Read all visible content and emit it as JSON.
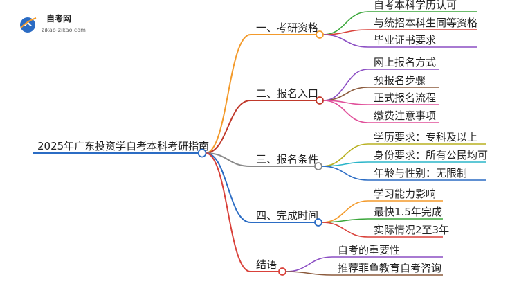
{
  "logo": {
    "name": "自考网",
    "url": "zikao-zikao.com"
  },
  "root": {
    "label": "2025年广东投资学自考本科考研指南"
  },
  "branches": [
    {
      "label": "一、考研资格",
      "color": "#f39a2b",
      "children": [
        "自考本科学历认可",
        "与统招本科生同等资格",
        "毕业证书要求"
      ],
      "child_colors": [
        "#3aa63a",
        "#d9413a",
        "#8c4fc4"
      ]
    },
    {
      "label": "二、报名入口",
      "color": "#c0392b",
      "children": [
        "网上报名方式",
        "预报名步骤",
        "正式报名流程",
        "缴费注意事项"
      ],
      "child_colors": [
        "#8c4fc4",
        "#8b5a3c",
        "#e0509a",
        "#e0509a"
      ]
    },
    {
      "label": "三、报名条件",
      "color": "#888888",
      "children": [
        "学历要求：专科及以上",
        "身份要求：所有公民均可",
        "年龄与性别：无限制"
      ],
      "child_colors": [
        "#b8b020",
        "#2bb5c9",
        "#2b6cc4"
      ]
    },
    {
      "label": "四、完成时间",
      "color": "#2b6cc4",
      "children": [
        "学习能力影响",
        "最快1.5年完成",
        "实际情况2至3年"
      ],
      "child_colors": [
        "#f39a2b",
        "#3aa63a",
        "#d9413a"
      ]
    },
    {
      "label": "结语",
      "color": "#d9413a",
      "children": [
        "自考的重要性",
        "推荐菲鱼教育自考咨询"
      ],
      "child_colors": [
        "#8c4fc4",
        "#8b5a3c"
      ]
    }
  ]
}
